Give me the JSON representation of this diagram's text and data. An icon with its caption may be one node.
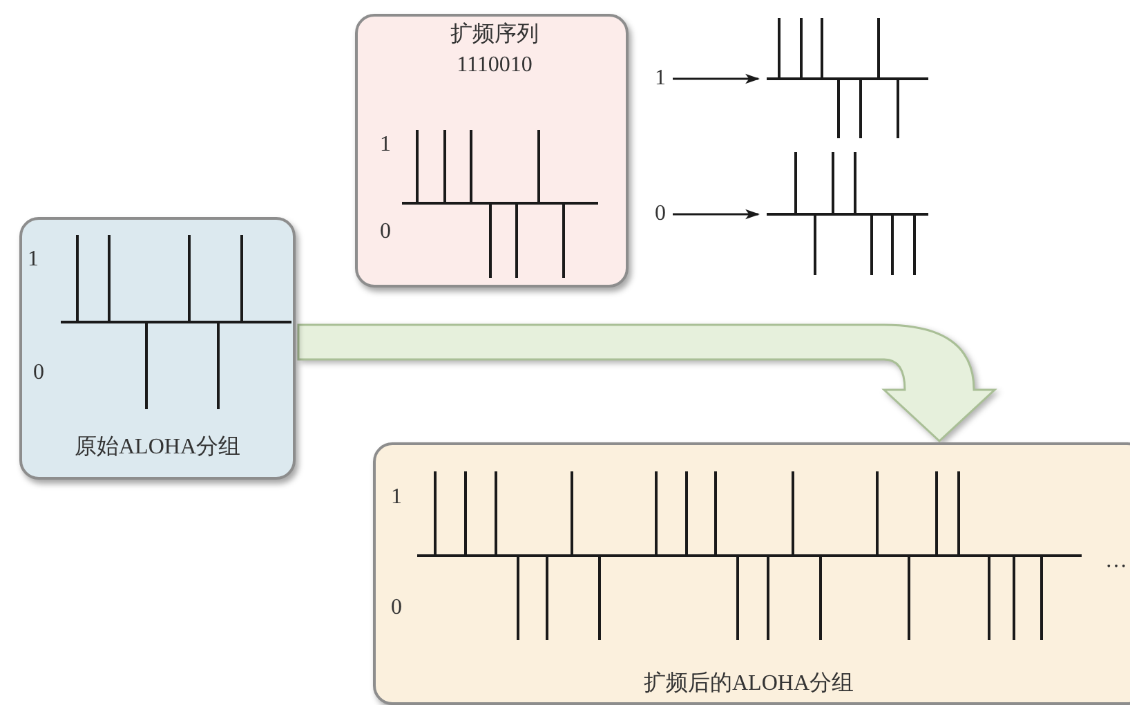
{
  "diagram": {
    "nodes": [
      {
        "text": [
          "1",
          "0",
          "原始ALOHA分组"
        ]
      },
      {
        "text": [
          "扩频序列 1110010",
          "1",
          "0"
        ]
      },
      {
        "text": [
          "1"
        ]
      },
      {
        "text": [],
        "shape": "picture"
      },
      {
        "text": [
          "0"
        ]
      },
      {
        "text": [],
        "shape": "picture"
      },
      {
        "text": [
          "1",
          "0",
          "扩频后的ALOHA分组",
          "…"
        ]
      }
    ],
    "edges": [
      {
        "from": 2,
        "to": 3,
        "arrow": "to"
      },
      {
        "from": 4,
        "to": 5,
        "arrow": "to"
      },
      {
        "from": 0,
        "to": 6,
        "arrow": "to",
        "style": "thick",
        "color": "#e6f0dc"
      }
    ]
  }
}
